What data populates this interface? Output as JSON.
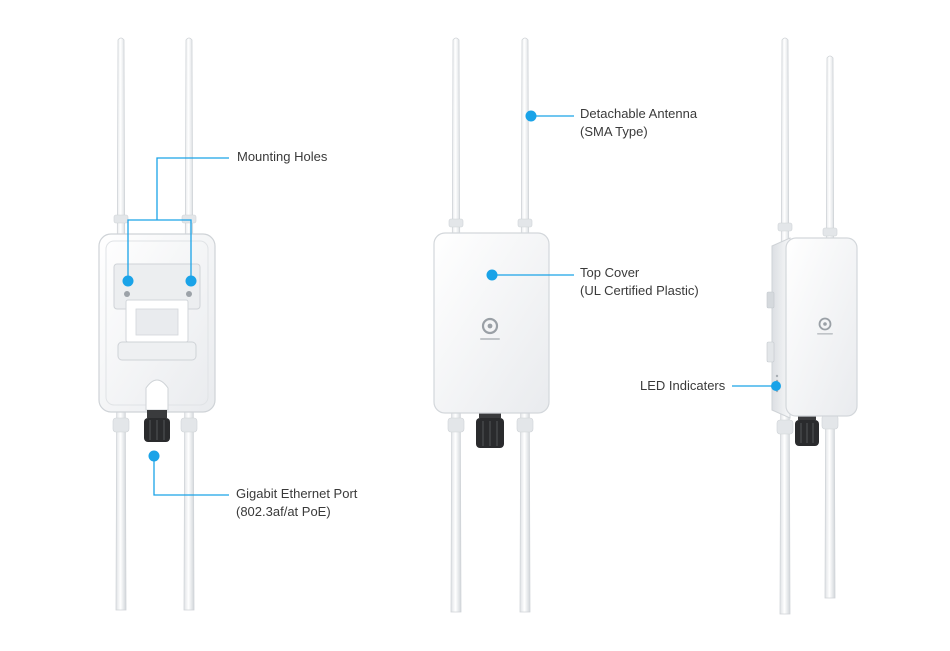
{
  "colors": {
    "accent": "#1aa3e8",
    "device_body": "#f6f7f8",
    "device_edge": "#d7dadd",
    "antenna": "#eef0f2",
    "cable_gland": "#2a2b2d",
    "text": "#3a3a3a"
  },
  "callouts": {
    "mounting_holes": {
      "line1": "Mounting Holes"
    },
    "ethernet_port": {
      "line1": "Gigabit Ethernet Port",
      "line2": "(802.3af/at PoE)"
    },
    "antenna": {
      "line1": "Detachable Antenna",
      "line2": "(SMA Type)"
    },
    "top_cover": {
      "line1": "Top Cover",
      "line2": "(UL Certified Plastic)"
    },
    "led": {
      "line1": "LED Indicaters"
    }
  },
  "icons": [
    "brand-logo-icon",
    "callout-dot-icon"
  ]
}
